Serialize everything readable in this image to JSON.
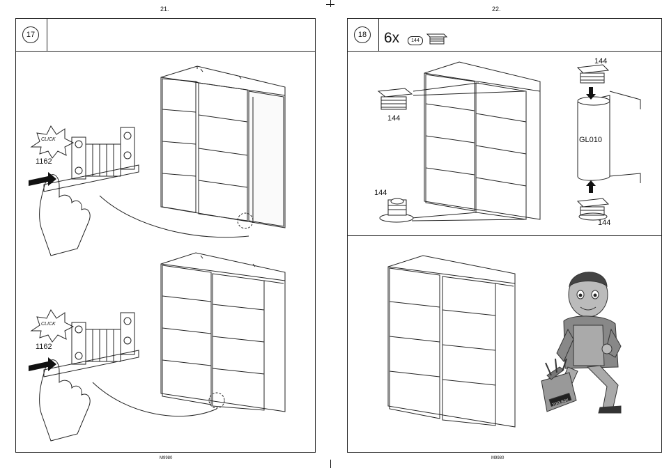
{
  "left_page": {
    "page_number": "21.",
    "footer_code": "M9980",
    "step": {
      "number": "17",
      "top_illustration": {
        "click_text": "CLICK",
        "part_label": "1162"
      },
      "bottom_illustration": {
        "click_text": "CLICK",
        "part_label": "1162"
      }
    }
  },
  "right_page": {
    "page_number": "22.",
    "footer_code": "M9980",
    "step": {
      "number": "18",
      "quantity": "6x",
      "part_code": "144",
      "callouts": {
        "left_top": "144",
        "left_bottom": "144",
        "right_top": "144",
        "right_bottom": "144",
        "profile": "GL010"
      },
      "toolbox_label": "TOOLBOX"
    }
  }
}
